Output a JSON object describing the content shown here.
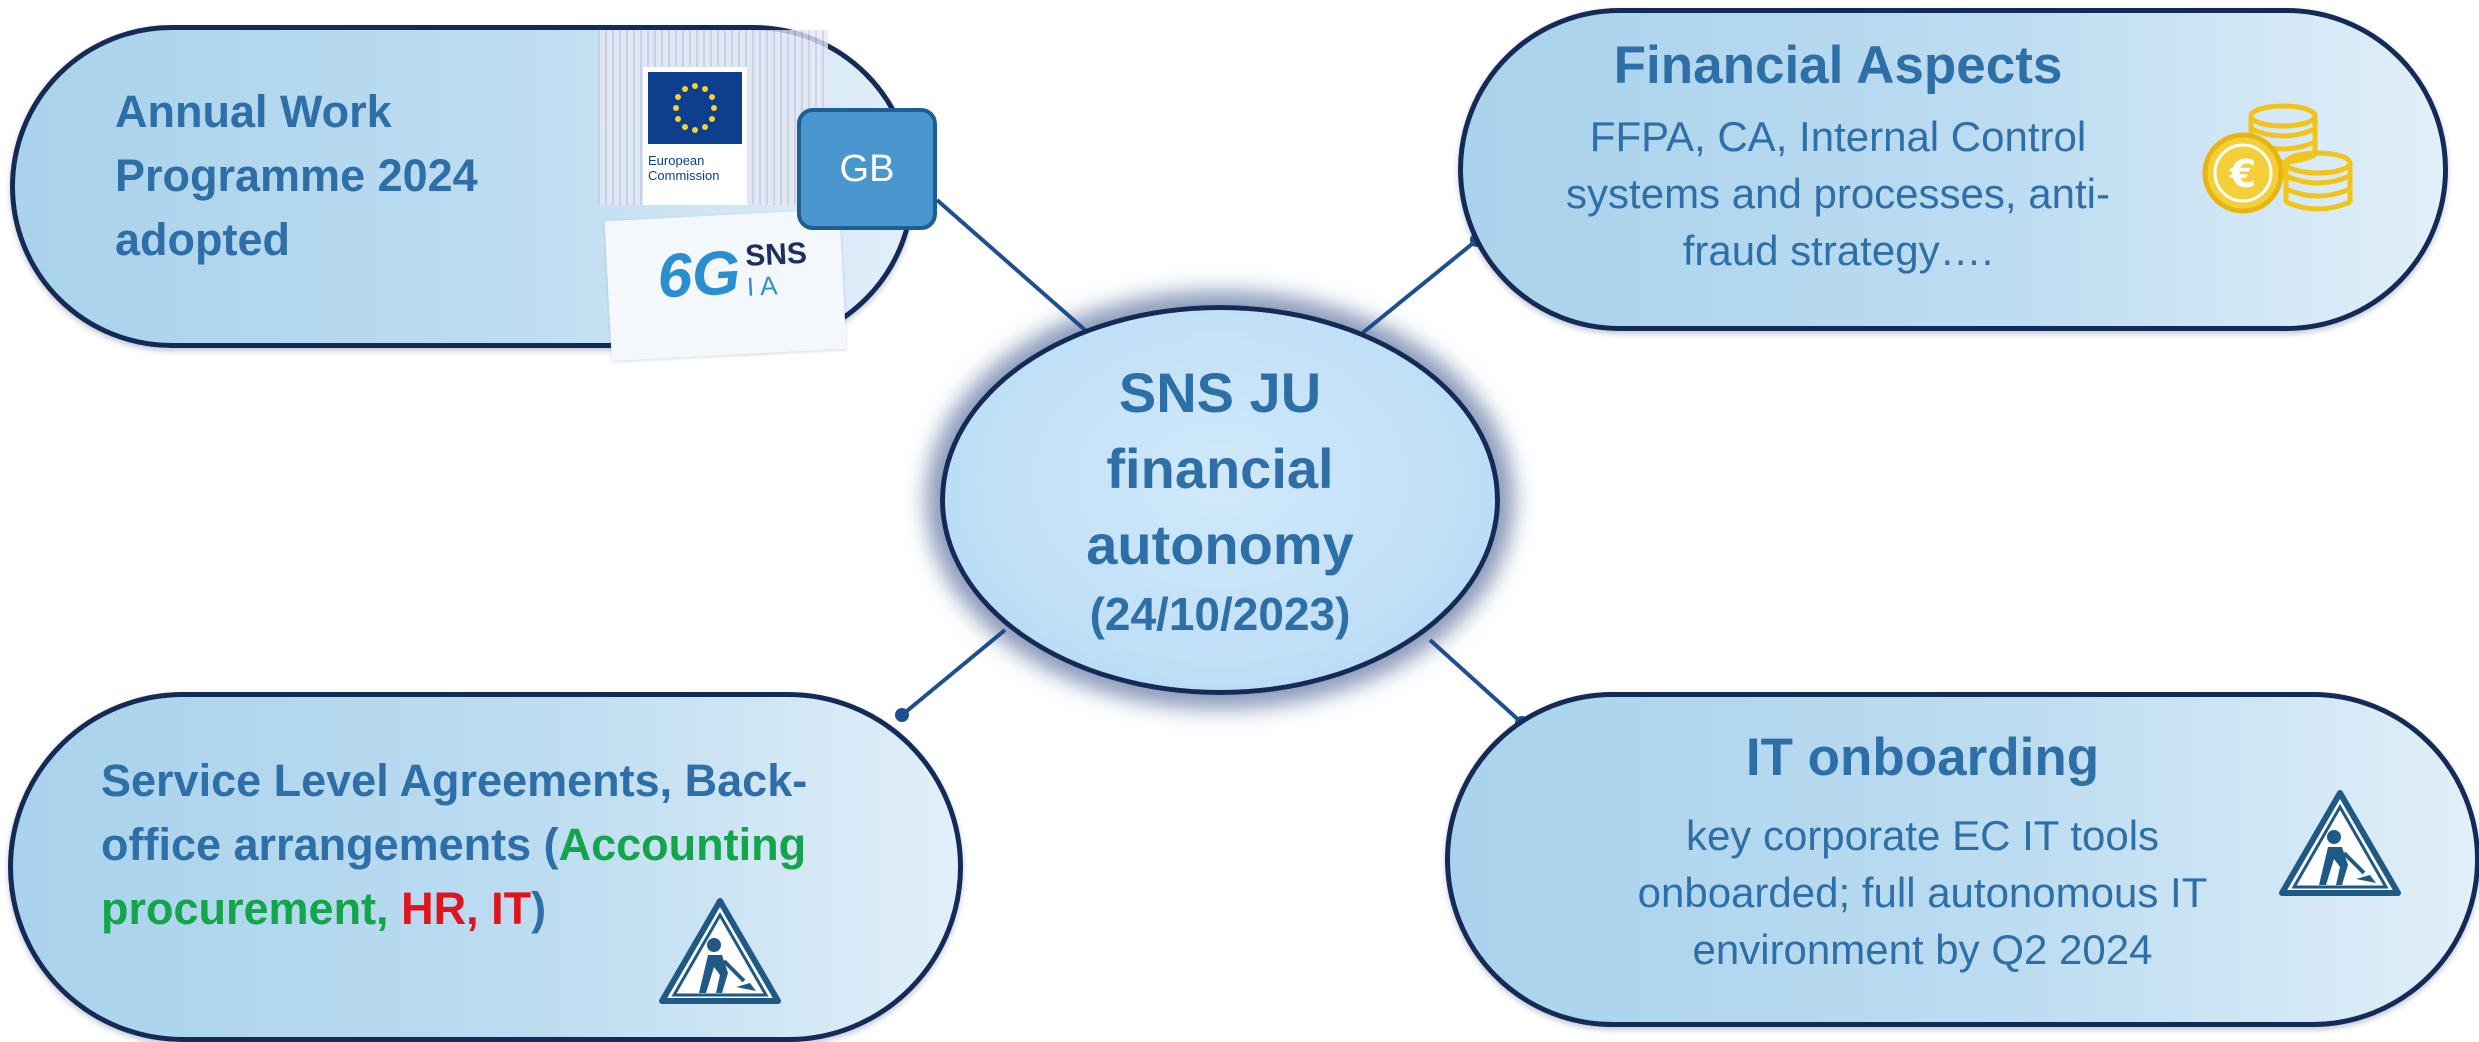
{
  "center": {
    "line1": "SNS JU",
    "line2": "financial",
    "line3": "autonomy",
    "date": "(24/10/2023)"
  },
  "top_left": {
    "lines": [
      "Annual Work",
      "Programme 2024",
      "adopted"
    ],
    "gb_label": "GB",
    "ec_logo_text": [
      "European",
      "Commission"
    ],
    "sns_logo_text": [
      "6G",
      "SNS",
      "IA"
    ]
  },
  "top_right": {
    "title": "Financial Aspects",
    "lines": [
      "FFPA, CA, Internal Control",
      "systems and processes, anti-",
      "fraud strategy…."
    ],
    "icon": "coins-euro-icon"
  },
  "bottom_left": {
    "line1": "Service Level Agreements, Back-",
    "line2_plain": "office arrangements (",
    "line2_green": "Accounting",
    "line3_green": "procurement,",
    "line3_red": "HR, IT",
    "line3_close": ")",
    "icon": "construction-sign-icon"
  },
  "bottom_right": {
    "title": "IT onboarding",
    "lines": [
      "key corporate EC IT tools",
      "onboarded; full autonomous IT",
      "environment by Q2 2024"
    ],
    "icon": "construction-sign-icon"
  },
  "colors": {
    "outline": "#142a57",
    "text_blue": "#2e6fa8",
    "green": "#12a54a",
    "red": "#e0141c",
    "gold": "#f2c318",
    "gb_fill": "#4a97d0"
  }
}
